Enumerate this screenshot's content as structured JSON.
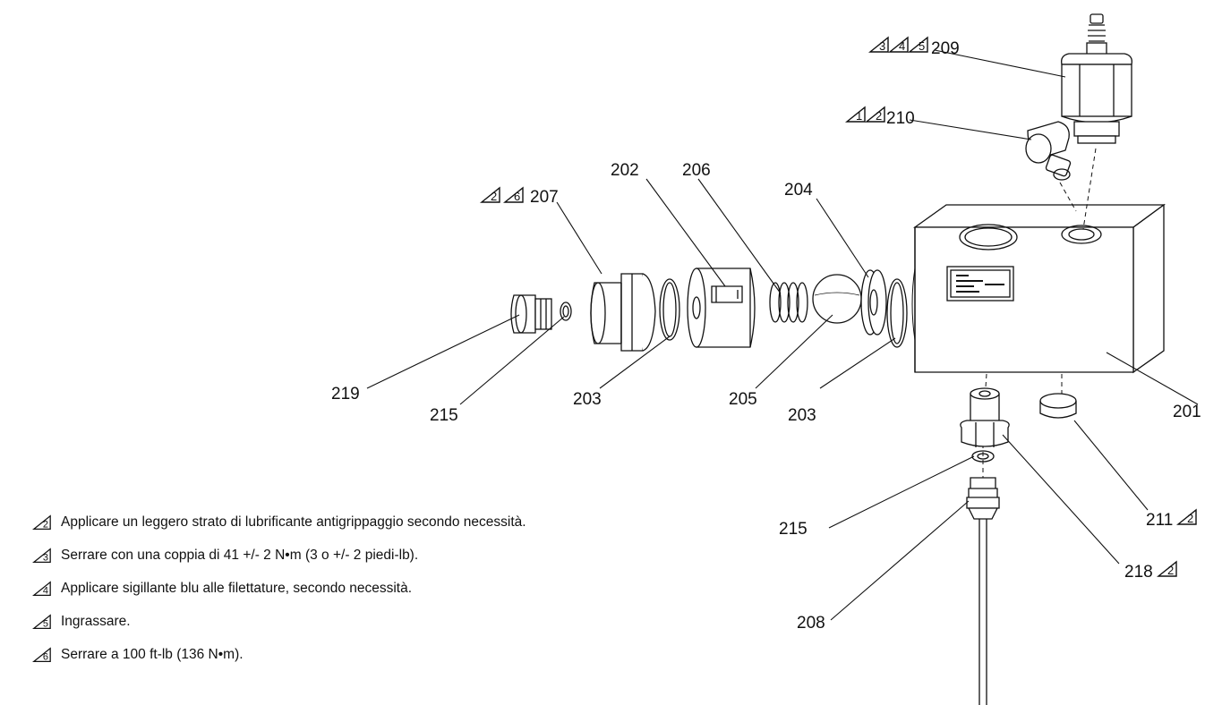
{
  "callouts": {
    "c209": {
      "markers": [
        "3",
        "4",
        "5"
      ],
      "text": "209"
    },
    "c210": {
      "markers": [
        "1",
        "2"
      ],
      "text": "210"
    },
    "c207": {
      "markers": [
        "2",
        "6"
      ],
      "text": "207"
    },
    "c202": {
      "text": "202"
    },
    "c206": {
      "text": "206"
    },
    "c204": {
      "text": "204"
    },
    "c219": {
      "text": "219"
    },
    "c215a": {
      "text": "215"
    },
    "c203a": {
      "text": "203"
    },
    "c205": {
      "text": "205"
    },
    "c203b": {
      "text": "203"
    },
    "c201": {
      "text": "201"
    },
    "c211": {
      "text": "211",
      "marker": "2"
    },
    "c215b": {
      "text": "215"
    },
    "c218": {
      "text": "218",
      "marker": "2"
    },
    "c208": {
      "text": "208"
    }
  },
  "notes": [
    {
      "marker": "2",
      "text": "Applicare un leggero strato di lubrificante antigrippaggio secondo necessità."
    },
    {
      "marker": "3",
      "text": "Serrare con una coppia di 41 +/- 2 N•m (3 o +/- 2 piedi-lb)."
    },
    {
      "marker": "4",
      "text": "Applicare sigillante blu alle filettature, secondo necessità."
    },
    {
      "marker": "5",
      "text": "Ingrassare."
    },
    {
      "marker": "6",
      "text": "Serrare a 100 ft-lb (136 N•m)."
    }
  ]
}
